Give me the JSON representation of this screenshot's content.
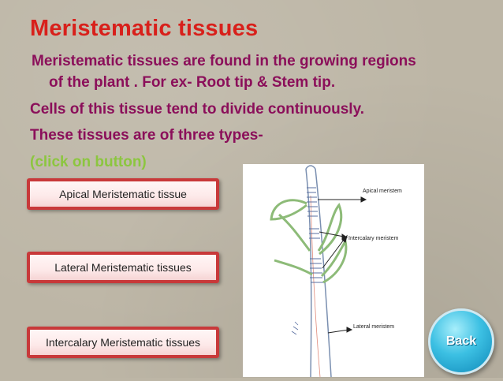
{
  "slide": {
    "title": "Meristematic tissues",
    "lines": [
      " Meristematic tissues are found in the growing regions",
      "of the plant . For ex- Root tip & Stem tip.",
      "Cells of this tissue tend to divide continuously.",
      "These tissues are of three types-",
      "(click on button)"
    ]
  },
  "buttons": {
    "apical": "Apical Meristematic tissue",
    "lateral": "Lateral Meristematic tissues",
    "intercalary": "Intercalary Meristematic tissues",
    "back": "Back"
  },
  "diagram": {
    "labels": [
      "Apical meristem",
      "Intercalary meristem",
      "Lateral meristem"
    ]
  },
  "colors": {
    "title": "#d8201b",
    "body_text": "#8b0f5a",
    "hint_text": "#8cc63f",
    "button_border": "#c8393a",
    "back_button": "#3cc0e3"
  }
}
